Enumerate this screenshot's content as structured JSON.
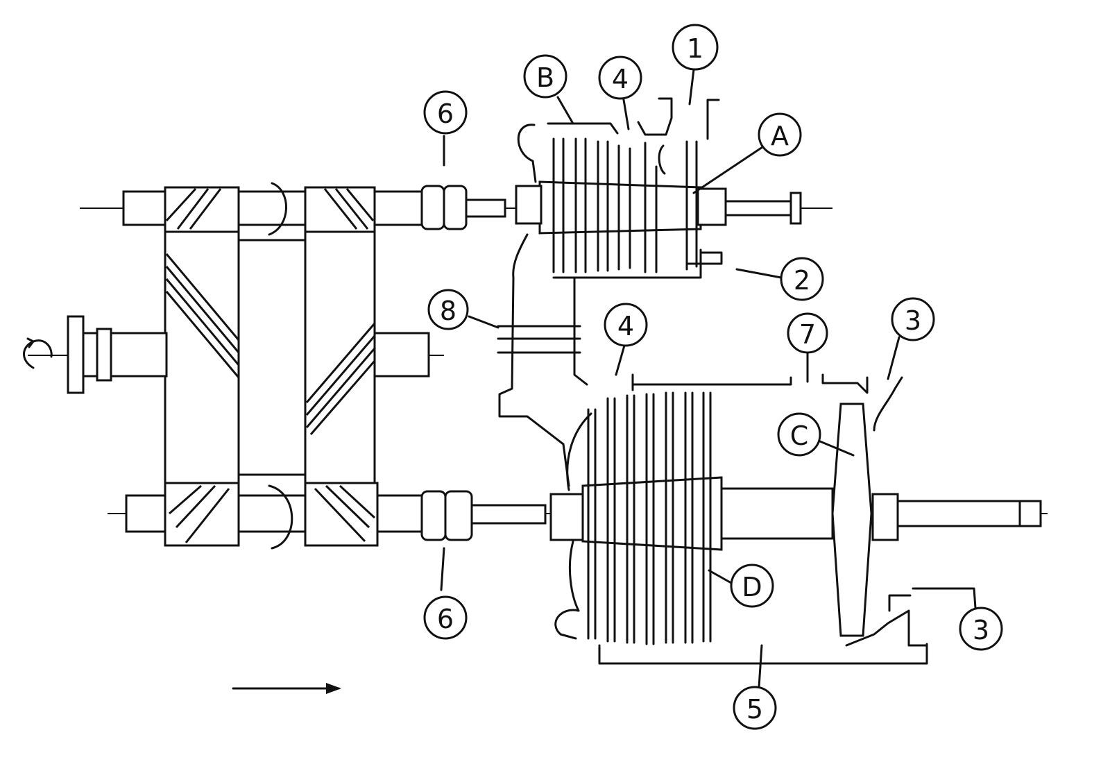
{
  "callouts": {
    "c1": "1",
    "c2": "2",
    "c3_top": "3",
    "c3_bottom": "3",
    "c4_top": "4",
    "c4_mid": "4",
    "c5": "5",
    "c6_top": "6",
    "c6_bottom": "6",
    "c7": "7",
    "c8": "8",
    "cA": "A",
    "cB": "B",
    "cC": "C",
    "cD": "D"
  },
  "colors": {
    "ink": "#111111",
    "paper": "#ffffff"
  }
}
